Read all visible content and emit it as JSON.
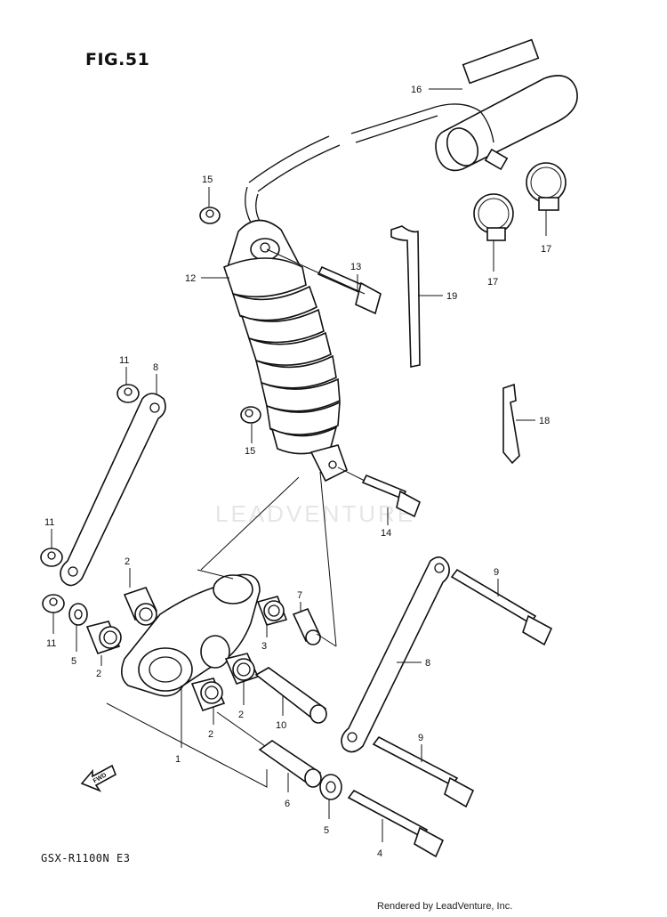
{
  "figure": {
    "title": "FIG.51",
    "model": "GSX-R1100N  E3",
    "watermark": "LEADVENTURE",
    "credit": "Rendered by LeadVenture, Inc."
  },
  "callouts": {
    "c1": "1",
    "c2a": "2",
    "c2b": "2",
    "c2c": "2",
    "c2d": "2",
    "c3": "3",
    "c4": "4",
    "c5a": "5",
    "c5b": "5",
    "c6": "6",
    "c7": "7",
    "c8a": "8",
    "c8b": "8",
    "c9a": "9",
    "c9b": "9",
    "c10": "10",
    "c11a": "11",
    "c11b": "11",
    "c11c": "11",
    "c12": "12",
    "c13": "13",
    "c14": "14",
    "c15a": "15",
    "c15b": "15",
    "c16": "16",
    "c17a": "17",
    "c17b": "17",
    "c18": "18",
    "c19": "19"
  },
  "icons": {
    "fwd": "FWD"
  }
}
